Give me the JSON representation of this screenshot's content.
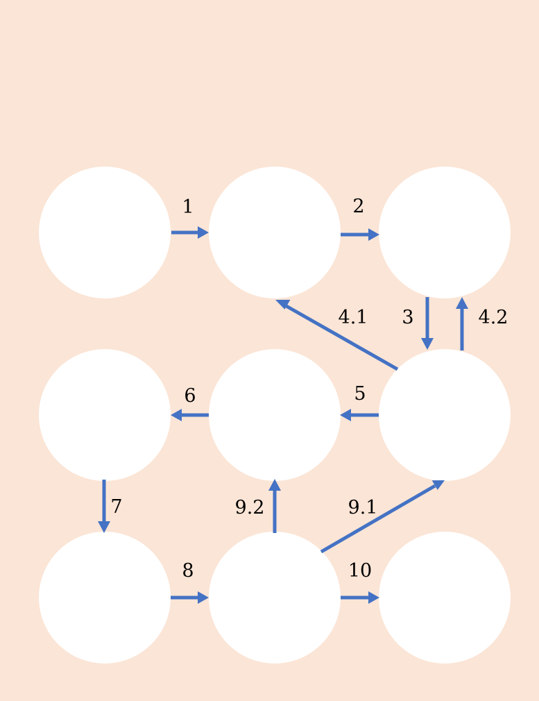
{
  "colors": {
    "background": "#FBE5D6",
    "node_fill": "#FFFFFF",
    "arrow": "#4472C4",
    "label": "#000000"
  },
  "nodes": [
    {
      "id": "r1c1"
    },
    {
      "id": "r1c2"
    },
    {
      "id": "r1c3"
    },
    {
      "id": "r2c1"
    },
    {
      "id": "r2c2"
    },
    {
      "id": "r2c3"
    },
    {
      "id": "r3c1"
    },
    {
      "id": "r3c2"
    },
    {
      "id": "r3c3"
    }
  ],
  "edges": [
    {
      "id": "e1",
      "label": "1",
      "from": "r1c1",
      "to": "r1c2"
    },
    {
      "id": "e2",
      "label": "2",
      "from": "r1c2",
      "to": "r1c3"
    },
    {
      "id": "e3",
      "label": "3",
      "from": "r1c3",
      "to": "r2c3"
    },
    {
      "id": "e41",
      "label": "4.1",
      "from": "r2c3",
      "to": "r1c2"
    },
    {
      "id": "e42",
      "label": "4.2",
      "from": "r2c3",
      "to": "r1c3"
    },
    {
      "id": "e5",
      "label": "5",
      "from": "r2c3",
      "to": "r2c2"
    },
    {
      "id": "e6",
      "label": "6",
      "from": "r2c2",
      "to": "r2c1"
    },
    {
      "id": "e7",
      "label": "7",
      "from": "r2c1",
      "to": "r3c1"
    },
    {
      "id": "e8",
      "label": "8",
      "from": "r3c1",
      "to": "r3c2"
    },
    {
      "id": "e91",
      "label": "9.1",
      "from": "r3c2",
      "to": "r2c3"
    },
    {
      "id": "e92",
      "label": "9.2",
      "from": "r3c2",
      "to": "r2c2"
    },
    {
      "id": "e10",
      "label": "10",
      "from": "r3c2",
      "to": "r3c3"
    }
  ]
}
